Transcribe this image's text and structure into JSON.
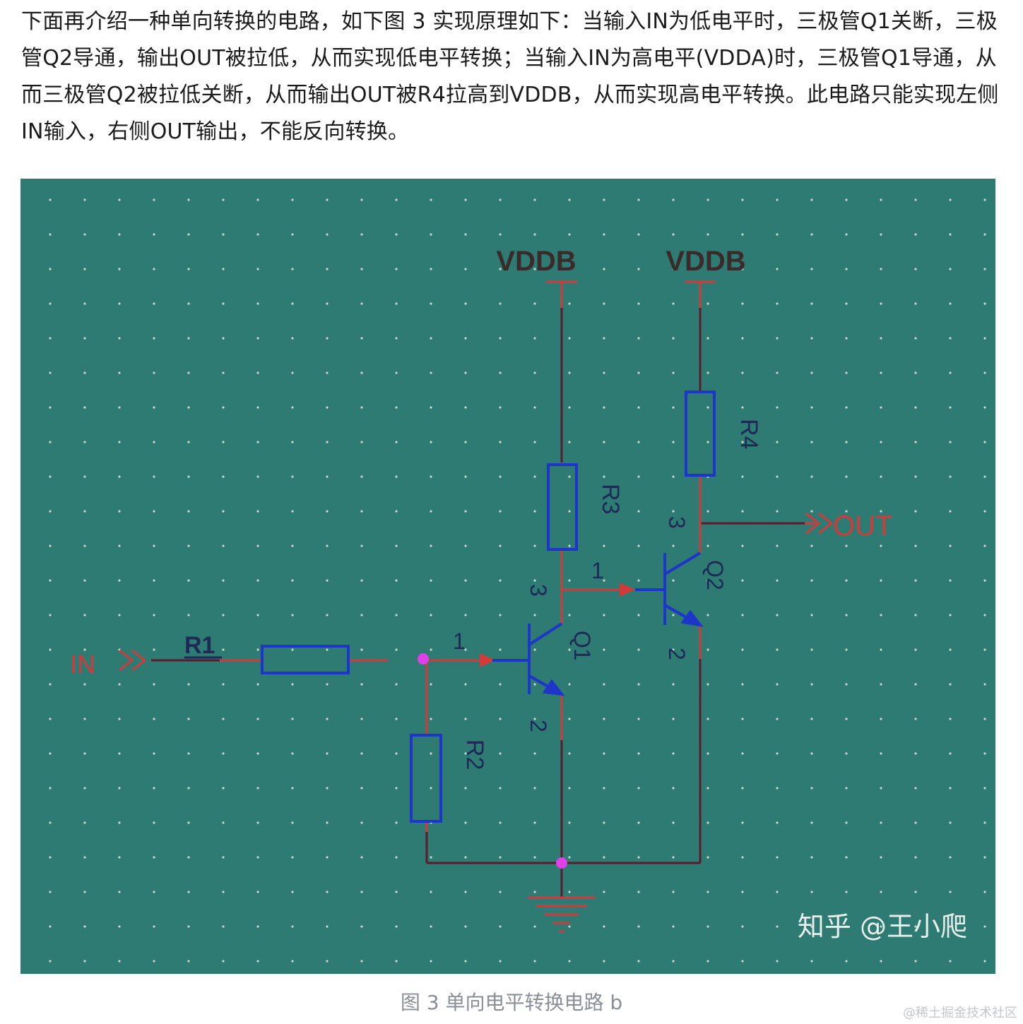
{
  "article": {
    "paragraph": "下面再介绍一种单向转换的电路，如下图 3 实现原理如下：当输入IN为低电平时，三极管Q1关断，三极管Q2导通，输出OUT被拉低，从而实现低电平转换；当输入IN为高电平(VDDA)时，三极管Q1导通，从而三极管Q2被拉低关断，从而输出OUT被R4拉高到VDDB，从而实现高电平转换。此电路只能实现左侧IN输入，右侧OUT输出，不能反向转换。"
  },
  "figure": {
    "caption": "图 3 单向电平转换电路 b",
    "watermark": "知乎 @王小爬",
    "colors": {
      "background": "#2d7b72",
      "wire": "#5c1a2e",
      "pin": "#d23a3a",
      "component": "#1d35c8",
      "junction": "#e040e8",
      "grid_dot": "#c9d8d2"
    },
    "schematic": {
      "supply_left": "VDDB",
      "supply_right": "VDDB",
      "input_port": "IN",
      "output_port": "OUT",
      "resistors": [
        "R1",
        "R2",
        "R3",
        "R4"
      ],
      "transistors": [
        "Q1",
        "Q2"
      ],
      "q1_pins": {
        "base": "1",
        "collector": "3",
        "emitter": "2"
      },
      "q2_pins": {
        "base": "1",
        "collector": "3",
        "emitter": "2"
      }
    }
  },
  "site_watermark": "@稀土掘金技术社区"
}
